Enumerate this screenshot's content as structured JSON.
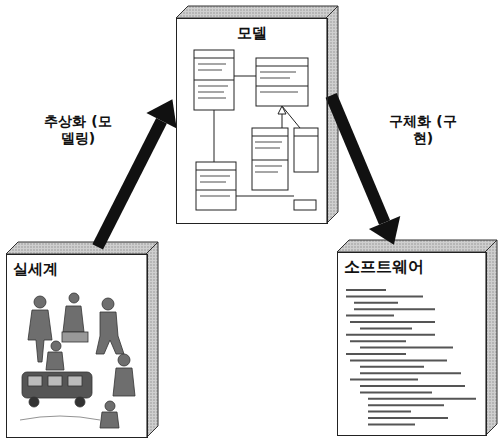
{
  "diagram": {
    "nodes": [
      {
        "text": [
          "실세계"
        ]
      },
      {
        "text": [
          "모델"
        ]
      },
      {
        "text": [
          "소프트웨어"
        ]
      }
    ],
    "edges": [
      {
        "from": 0,
        "to": 1,
        "label": "추상화 (모델링)",
        "arrow": "to"
      },
      {
        "from": 1,
        "to": 2,
        "label": "구체화 (구현)",
        "arrow": "to"
      }
    ]
  }
}
